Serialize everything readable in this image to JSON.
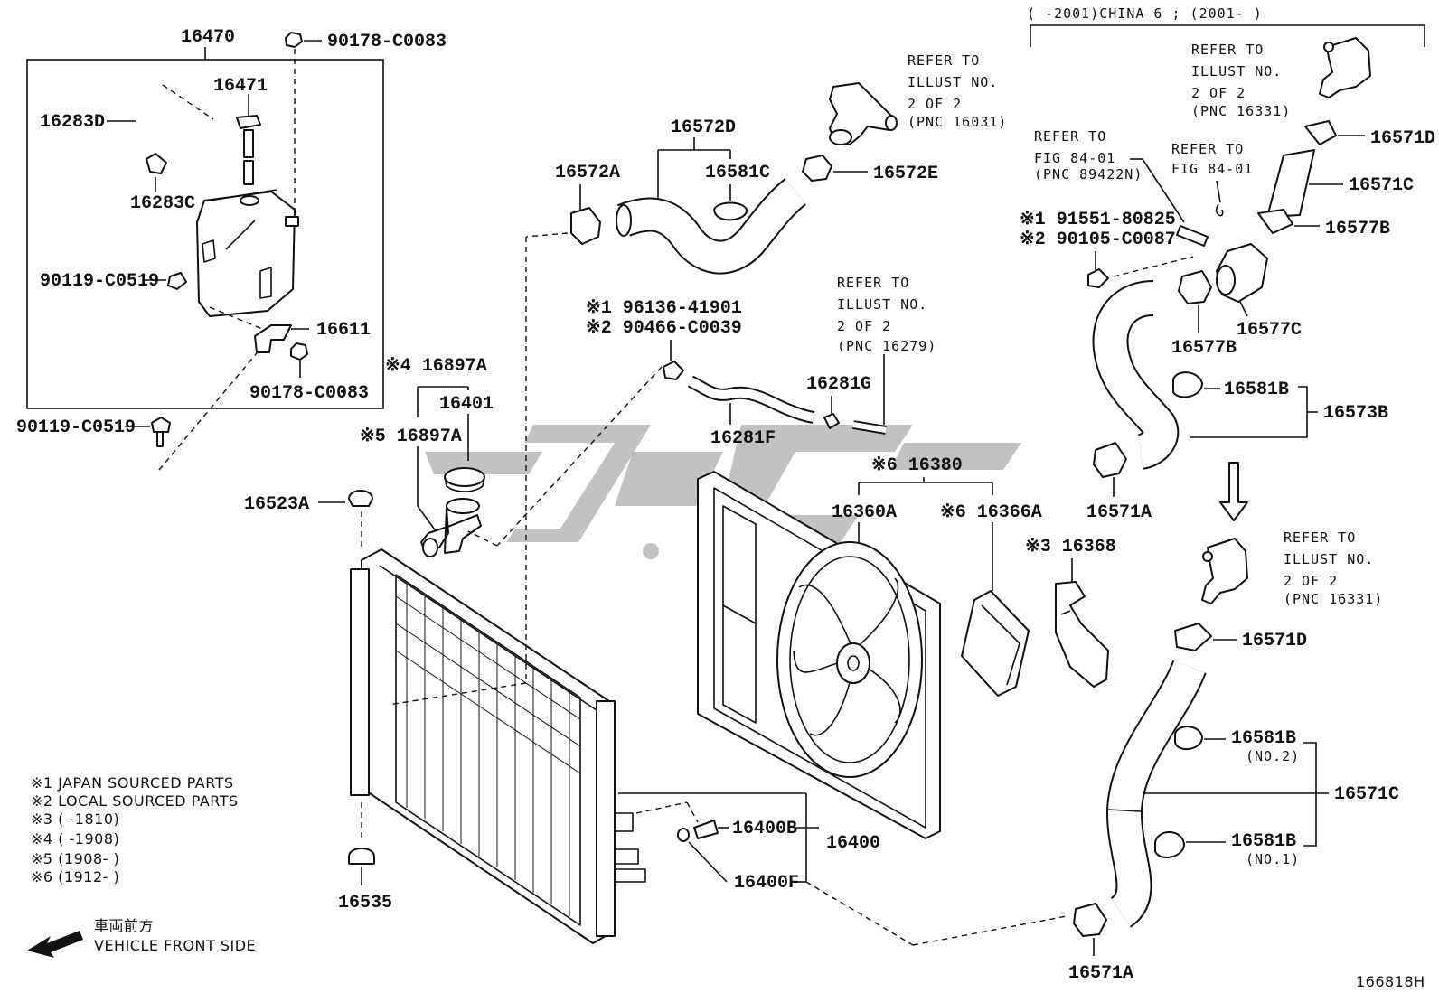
{
  "diagram_id": "166818H",
  "callouts": {
    "c16470": "16470",
    "c90178_top": "90178-C0083",
    "c16471": "16471",
    "c16283D": "16283D",
    "c16283C": "16283C",
    "c90119_a": "90119-C0519",
    "c16611": "16611",
    "c90178_b": "90178-C0083",
    "c90119_b": "90119-C0519",
    "c16897A_1": "※4 16897A",
    "c16401": "16401",
    "c16897A_2": "※5 16897A",
    "c16523A": "16523A",
    "c16535": "16535",
    "c16572A": "16572A",
    "c16572D": "16572D",
    "c16581C": "16581C",
    "c16572E": "16572E",
    "c96136": "※1 96136-41901",
    "c90466": "※2 90466-C0039",
    "c16281F": "16281F",
    "c16281G": "16281G",
    "c16380": "※6 16380",
    "c16360A": "16360A",
    "c16366A": "※6 16366A",
    "c16368": "※3 16368",
    "c16400B": "16400B",
    "c16400": "16400",
    "c16400F": "16400F",
    "c91551": "※1 91551-80825",
    "c90105": "※2 90105-C0087",
    "c16571D_a": "16571D",
    "c16571C_a": "16571C",
    "c16577B_a": "16577B",
    "c16577B_b": "16577B",
    "c16577C": "16577C",
    "c16581B_a": "16581B",
    "c16573B": "16573B",
    "c16571A_a": "16571A",
    "c16571D_b": "16571D",
    "c16581B_b": "16581B",
    "c16581B_b_sub": "(NO.2)",
    "c16571C_b": "16571C",
    "c16581B_c": "16581B",
    "c16581B_c_sub": "(NO.1)",
    "c16571A_b": "16571A"
  },
  "refers": {
    "r1": [
      "REFER TO",
      "ILLUST NO.",
      "2 OF 2",
      "(PNC 16031)"
    ],
    "r2": [
      "REFER TO",
      "ILLUST NO.",
      "2 OF 2",
      "(PNC 16279)"
    ],
    "r3": [
      "REFER TO",
      "ILLUST NO.",
      "2 OF 2",
      "(PNC 16331)"
    ],
    "r4": [
      "REFER TO",
      "FIG 84-01",
      "(PNC 89422N)"
    ],
    "r5": [
      "REFER TO",
      "FIG 84-01"
    ],
    "r6": [
      "REFER TO",
      "ILLUST NO.",
      "2 OF 2",
      "(PNC 16331)"
    ]
  },
  "variant_header": "(        -2001)CHINA 6 ; (2001-         )",
  "legend": [
    "※1  JAPAN SOURCED PARTS",
    "※2  LOCAL SOURCED PARTS",
    "※3 (        -1810)",
    "※4 (        -1908)",
    "※5 (1908-        )",
    "※6 (1912-        )"
  ],
  "front_side": {
    "jp": "車両前方",
    "en": "VEHICLE FRONT SIDE"
  }
}
